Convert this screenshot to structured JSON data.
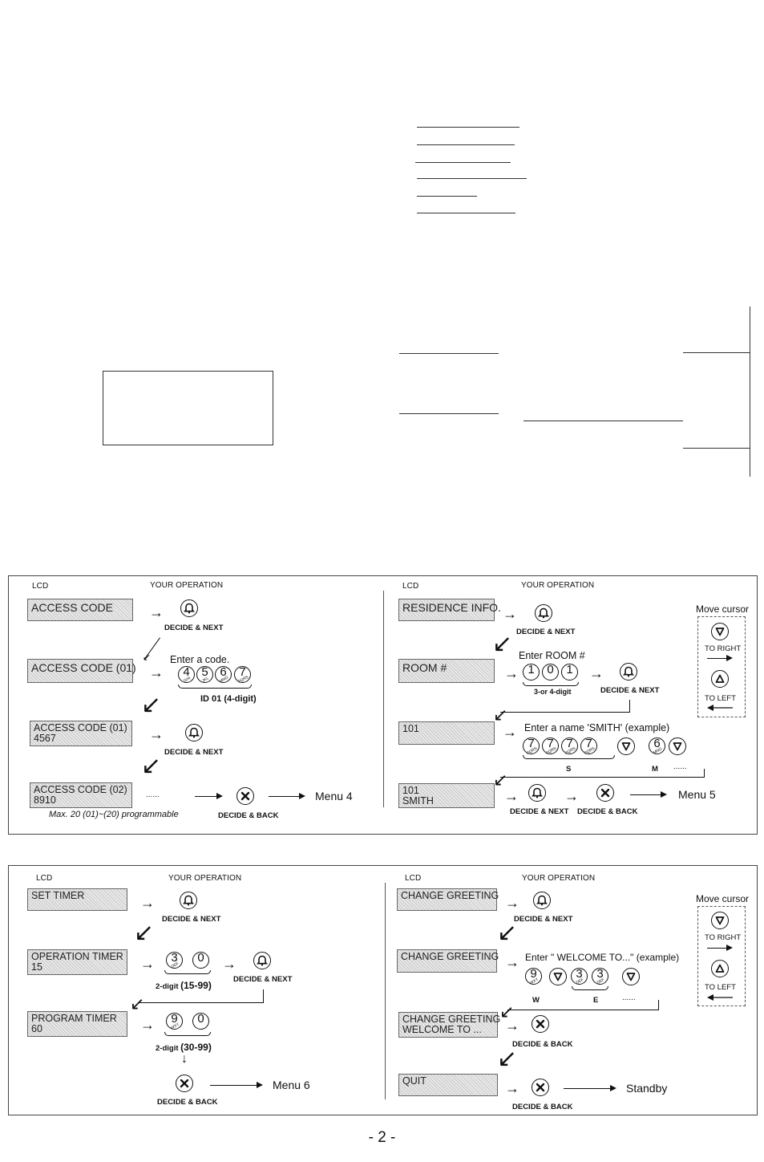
{
  "headers": {
    "lcd": "LCD",
    "op": "YOUR OPERATION"
  },
  "keys": {
    "decide_next": "DECIDE & NEXT",
    "decide_back": "DECIDE & BACK"
  },
  "access": {
    "lcd1": "ACCESS CODE",
    "lcd2": "ACCESS CODE (01)",
    "enter": "Enter a code.",
    "digits": [
      {
        "d": "4",
        "s": "GHI"
      },
      {
        "d": "5",
        "s": "JKL"
      },
      {
        "d": "6",
        "s": "MNO"
      },
      {
        "d": "7",
        "s": "PQRS"
      }
    ],
    "id_label": "ID 01 (4-digit)",
    "lcd3_line1": "ACCESS CODE (01)",
    "lcd3_line2": "4567",
    "lcd4_line1": "ACCESS CODE (02)",
    "lcd4_line2": "8910",
    "dots": "......",
    "menu": "Menu 4",
    "note": "Max. 20 (01)~(20) programmable"
  },
  "residence": {
    "lcd1": "RESIDENCE INFO.",
    "lcd2": "ROOM #",
    "enter_room": "Enter ROOM #",
    "room_digits": [
      {
        "d": "1",
        "s": ""
      },
      {
        "d": "0",
        "s": ""
      },
      {
        "d": "1",
        "s": ""
      }
    ],
    "room_label": "3-or 4-digit",
    "lcd3": "101",
    "enter_name": "Enter a name 'SMITH' (example)",
    "name_digits": [
      {
        "d": "7",
        "s": "PQRS"
      },
      {
        "d": "7",
        "s": "PQRS"
      },
      {
        "d": "7",
        "s": "PQRS"
      },
      {
        "d": "7",
        "s": "PQRS"
      }
    ],
    "name_digit2": {
      "d": "6",
      "s": "MNO"
    },
    "letter1": "S",
    "letter2": "M",
    "dots": "......",
    "lcd4_line1": "101",
    "lcd4_line2": "SMITH",
    "menu": "Menu 5"
  },
  "cursor": {
    "title": "Move cursor",
    "right": "TO RIGHT",
    "left": "TO LEFT"
  },
  "timer": {
    "lcd1": "SET TIMER",
    "lcd2_line1": "OPERATION TIMER",
    "lcd2_line2": "15",
    "op_digits": [
      {
        "d": "3",
        "s": "DEF"
      },
      {
        "d": "0",
        "s": ""
      }
    ],
    "op_label_a": "2-digit",
    "op_label_b": "(15-99)",
    "lcd3_line1": "PROGRAM TIMER",
    "lcd3_line2": "60",
    "prog_digits": [
      {
        "d": "9",
        "s": "WXY"
      },
      {
        "d": "0",
        "s": ""
      }
    ],
    "prog_label_a": "2-digit",
    "prog_label_b": "(30-99)",
    "menu": "Menu 6"
  },
  "greeting": {
    "lcd1": "CHANGE GREETING",
    "lcd2": "CHANGE GREETING",
    "enter": "Enter \" WELCOME TO...\" (example)",
    "digit_w": {
      "d": "9",
      "s": "WXY"
    },
    "digits_e": [
      {
        "d": "3",
        "s": "DEF"
      },
      {
        "d": "3",
        "s": "DEF"
      }
    ],
    "letter1": "W",
    "letter2": "E",
    "dots": "......",
    "lcd3_line1": "CHANGE GREETING",
    "lcd3_line2": "WELCOME  TO ...",
    "lcd4": "QUIT",
    "end": "Standby"
  },
  "page_number": "- 2 -"
}
